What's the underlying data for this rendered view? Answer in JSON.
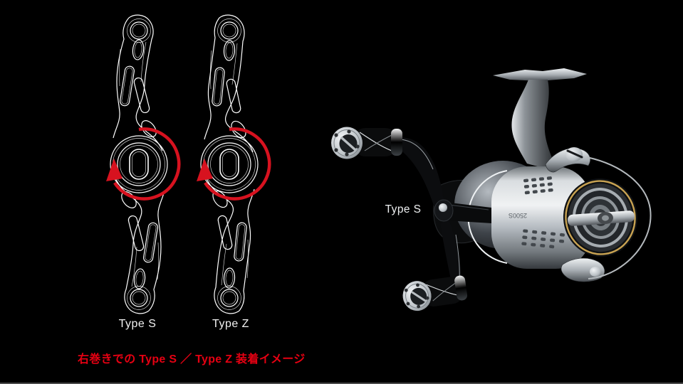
{
  "scene": {
    "background_color": "#000000",
    "bottom_edge_line_color": "#4a4a4a"
  },
  "diagram": {
    "wireframe_color": "#ffffff",
    "rotation_arrow_color": "#d7121f",
    "rotation_direction": "clockwise",
    "handles": [
      {
        "label": "Type S"
      },
      {
        "label": "Type Z"
      }
    ]
  },
  "photo": {
    "label": "Type S",
    "spool_marking": "2500S",
    "colors": {
      "silver_light": "#e8ebee",
      "silver_mid": "#9aa0a5",
      "silver_dark": "#43484c",
      "gold_line_ring": "#c9a352",
      "handle_black": "#0b0c0d"
    }
  },
  "caption": {
    "text": "右巻きでの Type S ／ Type Z 装着イメージ",
    "color": "#e60012"
  }
}
